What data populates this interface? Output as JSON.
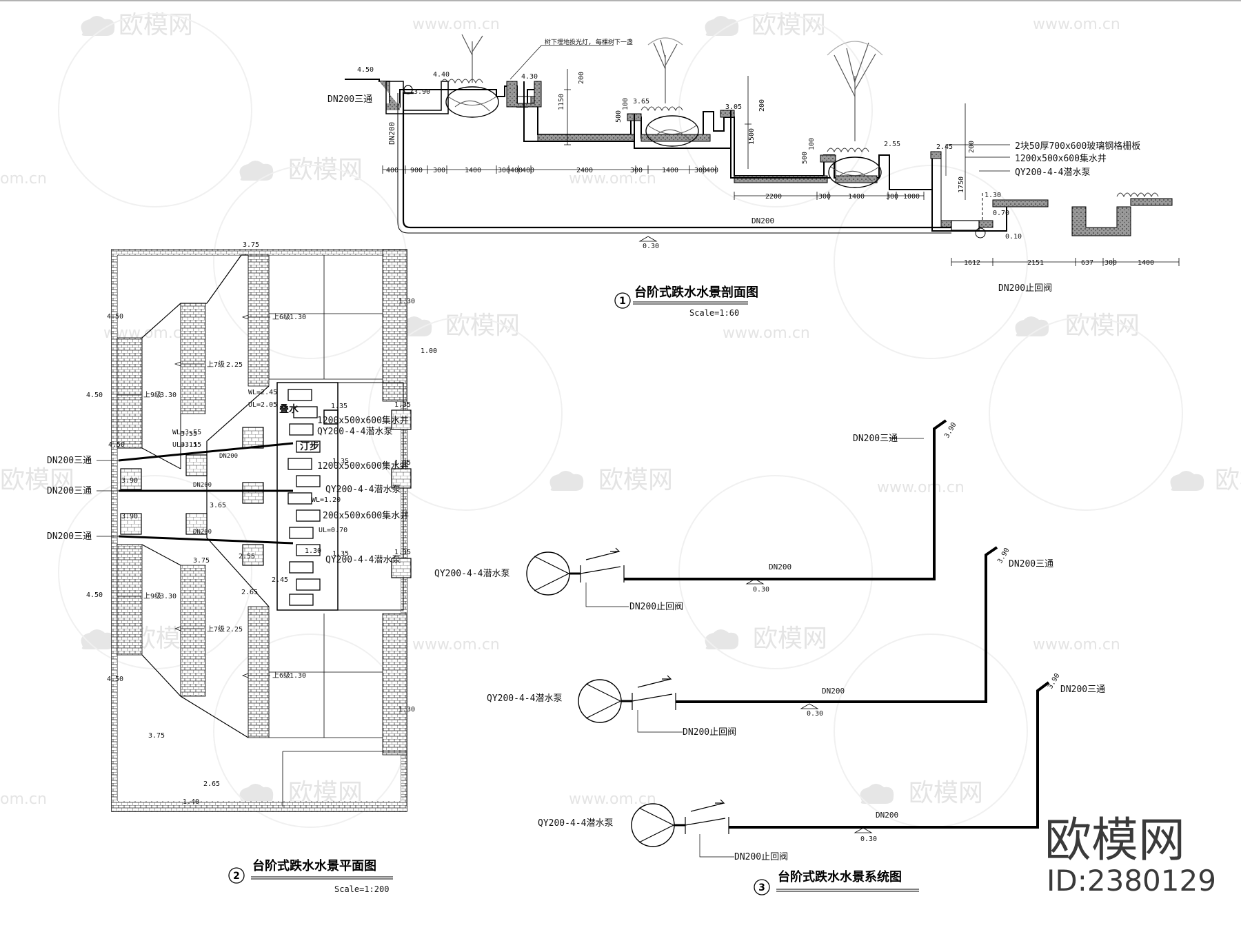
{
  "watermarks": {
    "logo_text": "欧模网",
    "url_text": "www.om.cn",
    "edge_text": "om.cn"
  },
  "brand": {
    "name": "欧模网",
    "id": "ID:2380129"
  },
  "section": {
    "number": "1",
    "title": "台阶式跌水水景剖面图",
    "scale": "Scale=1:60",
    "labels": {
      "tee": "DN200三通",
      "pipe": "DN200",
      "check_valve": "DN200止回阀",
      "grate": "2块50厚700x600玻璃钢格栅板",
      "sump": "1200x500x600集水井",
      "pump": "QY200-4-4潜水泵",
      "light_note": "树下埋地投光灯, 每棵树下一盏",
      "pipe_vert": "DN200",
      "slope": "0.30"
    },
    "levels": [
      "4.50",
      "4.40",
      "3.90",
      "4.30",
      "3.65",
      "3.05",
      "2.55",
      "2.45",
      "1.30",
      "0.70",
      "0.10"
    ],
    "dims_upper": [
      "400",
      "900",
      "300",
      "1400",
      "300",
      "400",
      "400",
      "2400",
      "300",
      "1400",
      "300",
      "400"
    ],
    "dims_lower": [
      "2200",
      "300",
      "1400",
      "300",
      "1000"
    ],
    "dims_bottom": [
      "1612",
      "2151",
      "637",
      "300",
      "1400"
    ],
    "dims_vertical": [
      "200",
      "1150",
      "500",
      "100",
      "200",
      "1500",
      "500",
      "100",
      "200",
      "1750"
    ]
  },
  "plan": {
    "number": "2",
    "title": "台阶式跌水水景平面图",
    "scale": "Scale=1:200",
    "tee_labels": [
      "DN200三通",
      "DN200三通",
      "DN200三通"
    ],
    "sump_labels": [
      "1200x500x600集水井",
      "1200x500x600集水井",
      "200x500x600集水井"
    ],
    "pump_labels": [
      "QY200-4-4潜水泵",
      "QY200-4-4潜水泵",
      "QY200-4-4潜水泵"
    ],
    "water_label": "叠水",
    "stepping_label": "汀步",
    "pipe_small": "DN200",
    "stairs": [
      "上6级",
      "上7级",
      "上9级",
      "上9级",
      "上7级",
      "上6级"
    ],
    "stair_levels": [
      "1.30",
      "2.25",
      "3.30",
      "3.30",
      "2.25",
      "1.30"
    ],
    "levels": [
      "3.75",
      "4.50",
      "1.30",
      "4.50",
      "1.00",
      "4.50",
      "1.35",
      "1.35",
      "1.35",
      "3.55",
      "3.15",
      "3.90",
      "3.65",
      "3.90",
      "3.75",
      "2.55",
      "2.65",
      "2.45",
      "4.50",
      "4.50",
      "1.30",
      "3.75",
      "2.65",
      "1.40",
      "1.30",
      "1.35",
      "1.35",
      "1.35"
    ],
    "wl": [
      "WL=2.45",
      "UL=2.05",
      "WL=1.20",
      "UL=0.70",
      "WL=3.55",
      "UL=3.15"
    ]
  },
  "system": {
    "number": "3",
    "title": "台阶式跌水水景系统图",
    "pump": "QY200-4-4潜水泵",
    "valve": "DN200止回阀",
    "pipe": "DN200",
    "slope": "0.30",
    "tee": "DN200三通",
    "riser_level": "3.90"
  }
}
